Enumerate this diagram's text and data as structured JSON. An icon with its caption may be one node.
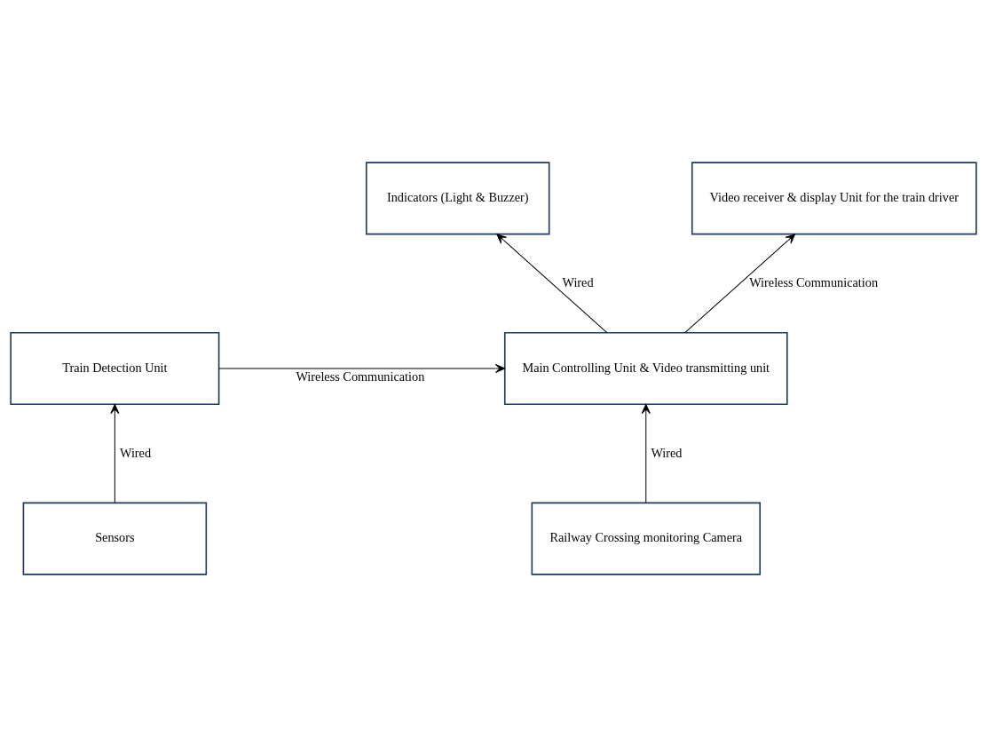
{
  "diagram": {
    "nodes": [
      {
        "text": [
          "Indicators (Light & Buzzer)"
        ]
      },
      {
        "text": [
          "Video receiver & display Unit for the train driver"
        ]
      },
      {
        "text": [
          "Main Controlling Unit & Video transmitting unit"
        ]
      },
      {
        "text": [
          "Train Detection Unit"
        ]
      },
      {
        "text": [
          "Railway Crossing monitoring Camera"
        ]
      },
      {
        "text": [
          "Sensors"
        ]
      }
    ],
    "edges": [
      {
        "from": 2,
        "to": 0,
        "arrow": "to",
        "label": "Wired"
      },
      {
        "from": 2,
        "to": 1,
        "arrow": "to",
        "label": "Wireless Communication"
      },
      {
        "from": 3,
        "to": 2,
        "arrow": "to",
        "label": "Wireless Communication"
      },
      {
        "from": 4,
        "to": 2,
        "arrow": "to",
        "label": "Wired"
      },
      {
        "from": 5,
        "to": 3,
        "arrow": "to",
        "label": "Wired"
      }
    ]
  }
}
